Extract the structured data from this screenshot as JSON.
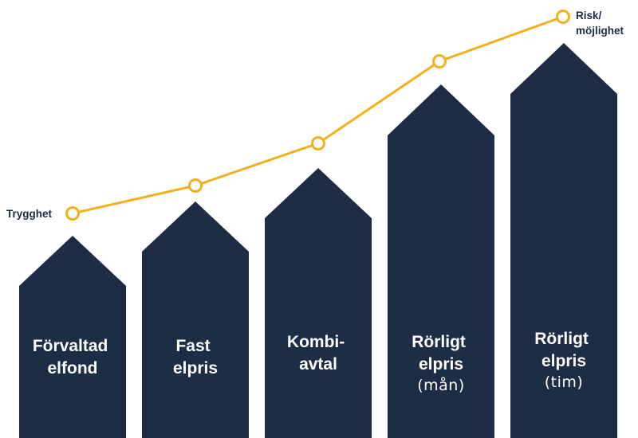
{
  "colors": {
    "bar": "#1c2d45",
    "line": "#f2b01e",
    "marker_fill": "#ffffff",
    "label_text": "#1c2b44",
    "bar_text": "#ffffff"
  },
  "line": {
    "start_label": "Trygghet",
    "end_label_lines": [
      "Risk/",
      "möjlighet"
    ]
  },
  "bars": [
    {
      "lines": [
        "Förvaltad",
        "elfond"
      ],
      "sub": ""
    },
    {
      "lines": [
        "Fast",
        "elpris"
      ],
      "sub": ""
    },
    {
      "lines": [
        "Kombi-",
        "avtal"
      ],
      "sub": ""
    },
    {
      "lines": [
        "Rörligt",
        "elpris"
      ],
      "sub": "(mån)"
    },
    {
      "lines": [
        "Rörligt",
        "elpris"
      ],
      "sub": "(tim)"
    }
  ]
}
